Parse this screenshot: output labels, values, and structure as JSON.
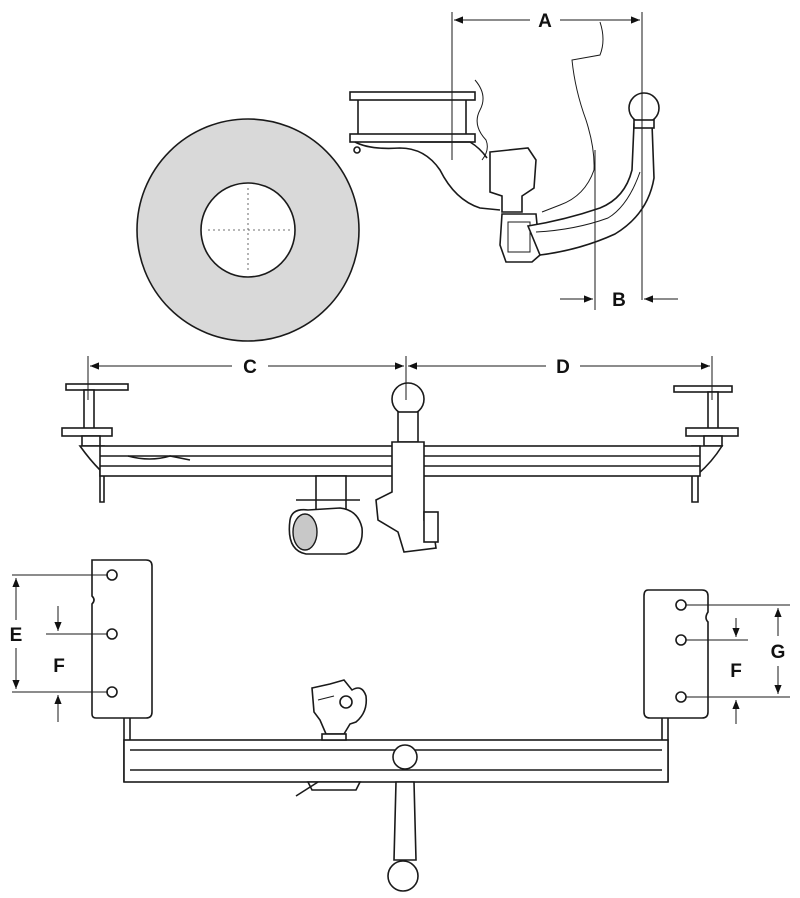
{
  "labels": {
    "A": "A",
    "B": "B",
    "C": "C",
    "D": "D",
    "E": "E",
    "F_left": "F",
    "F_right": "F",
    "G": "G"
  }
}
